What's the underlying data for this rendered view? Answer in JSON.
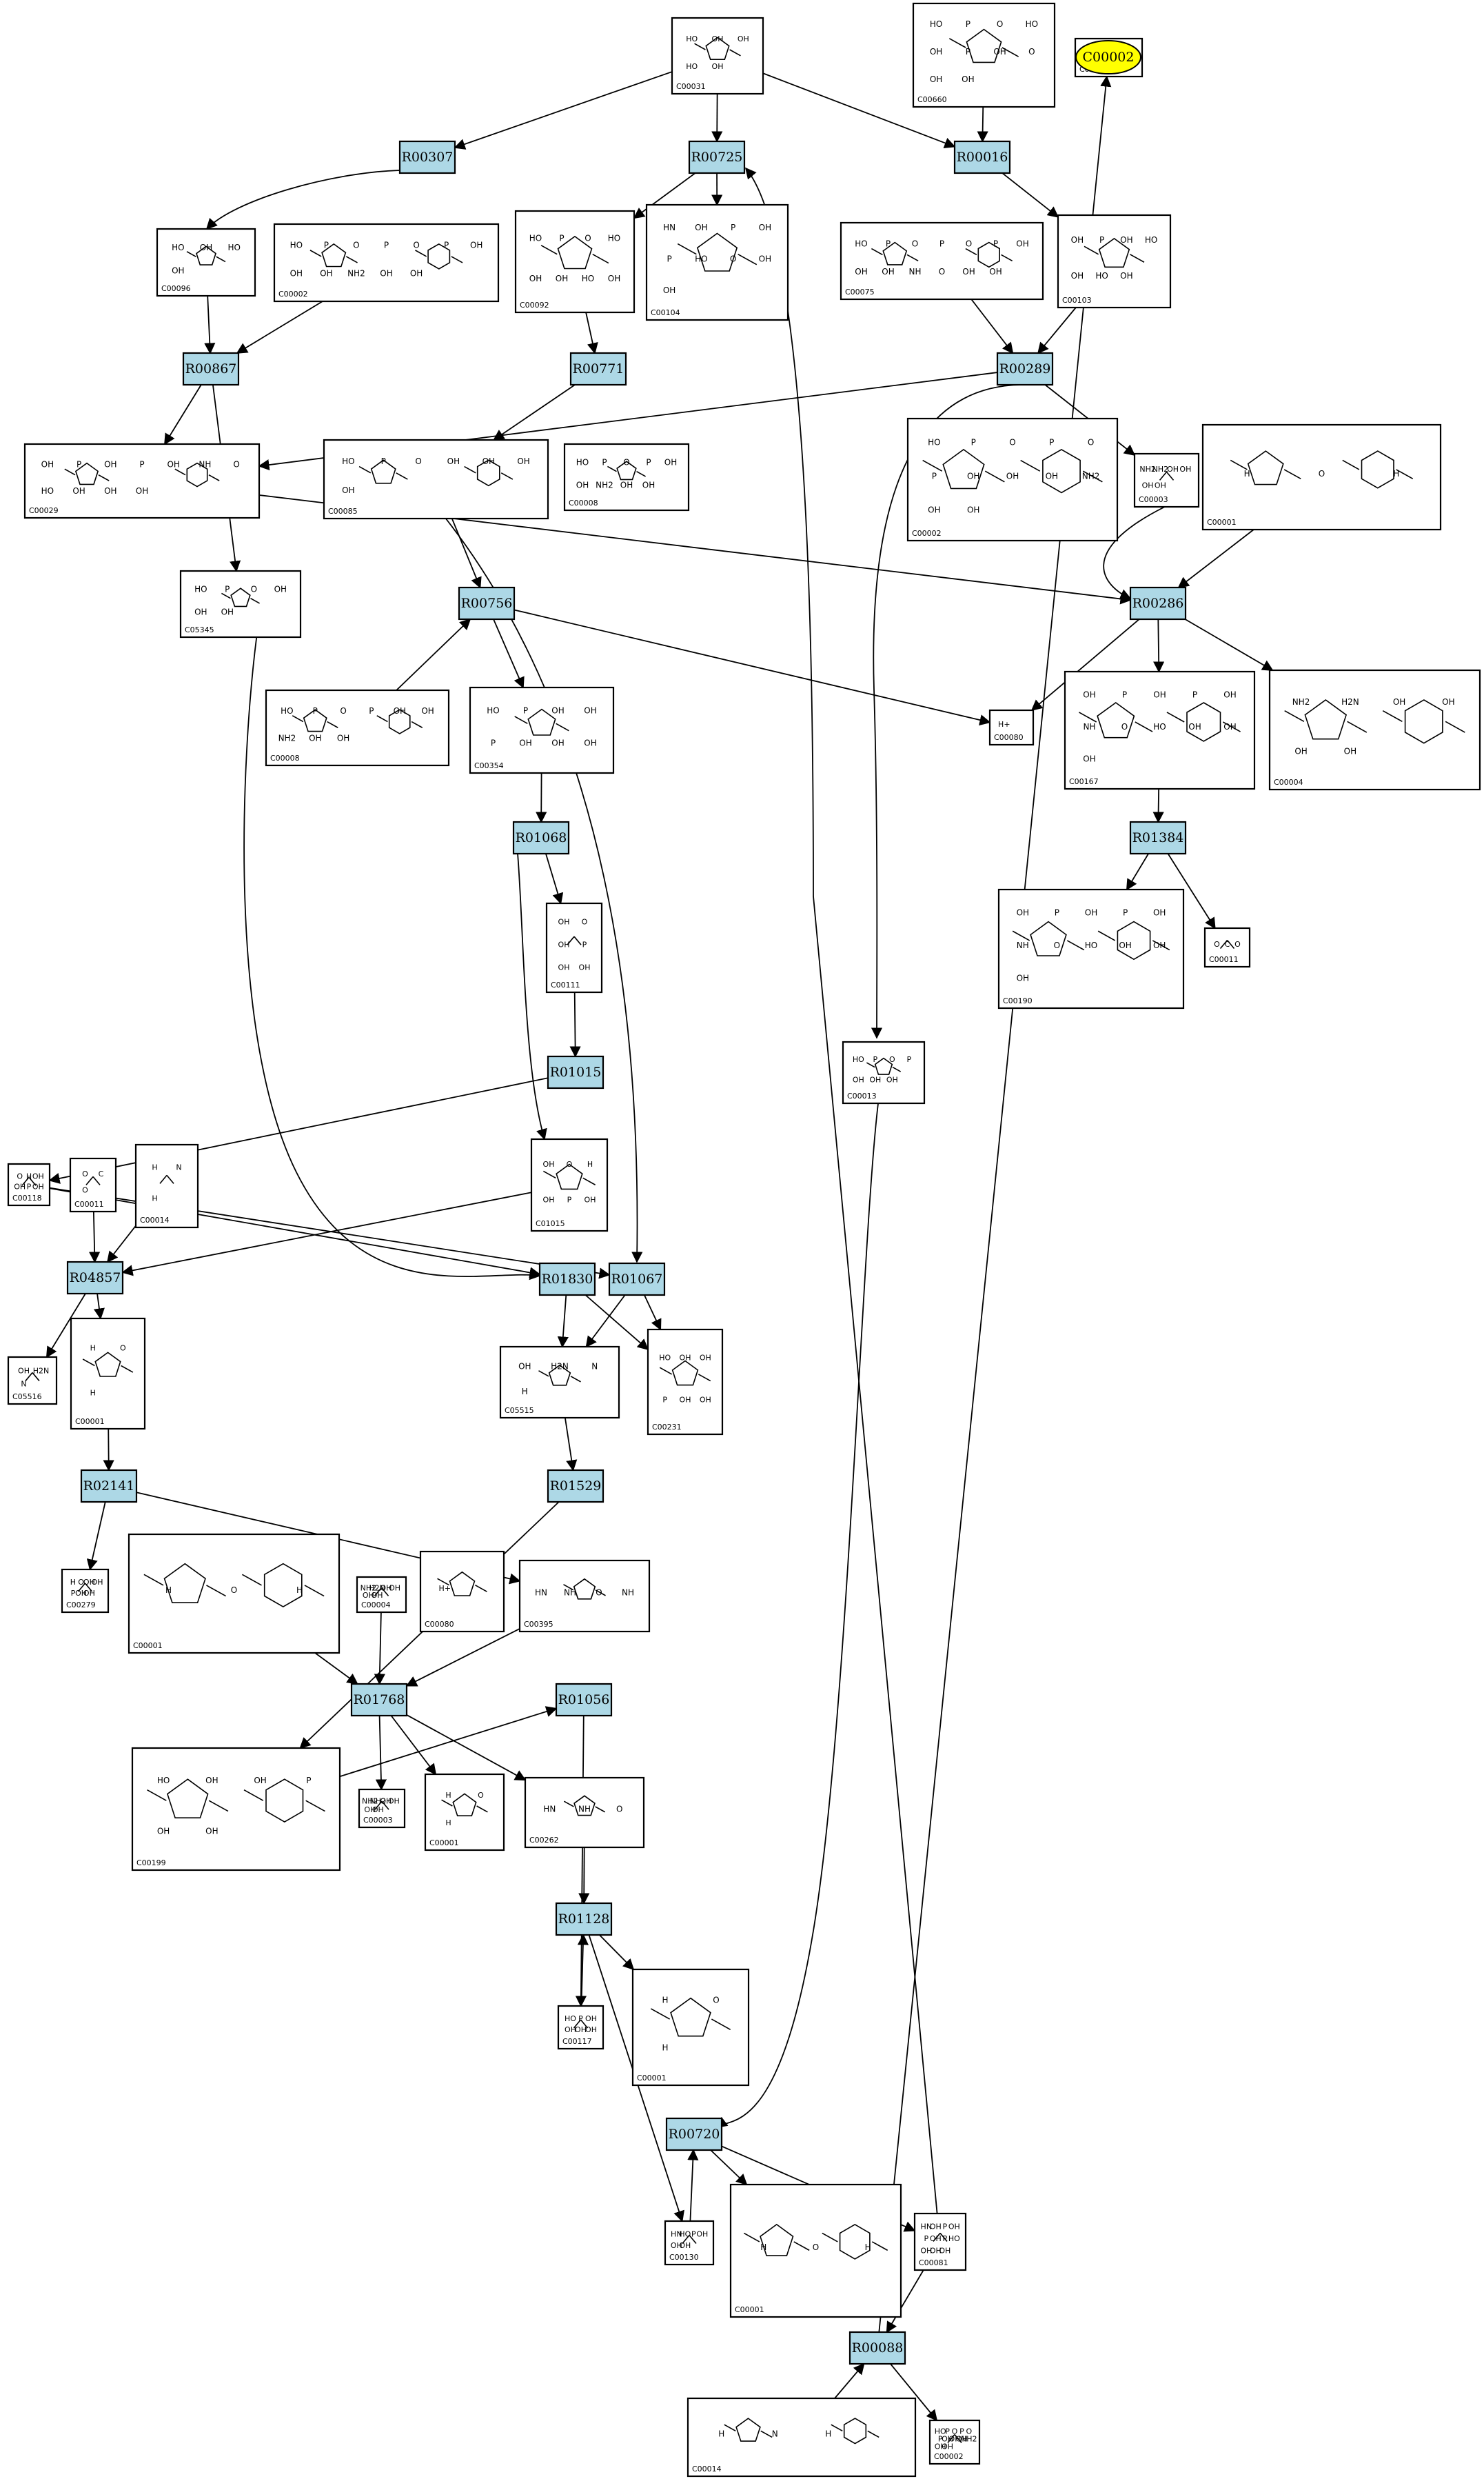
{
  "diagram": {
    "highlight": {
      "label": "C00002",
      "color": "#ffff00"
    },
    "reaction_color": "#add8e6",
    "reactions": [
      "R00307",
      "R00725",
      "R00016",
      "R00867",
      "R00771",
      "R00289",
      "R00756",
      "R00286",
      "R01068",
      "R01384",
      "R01015",
      "R04857",
      "R01830",
      "R01067",
      "R02141",
      "R01529",
      "R01768",
      "R01056",
      "R01128",
      "R00720",
      "R00088"
    ],
    "compounds": [
      {
        "label": "C00031",
        "atoms": [
          "HO",
          "OH",
          "OH",
          "HO",
          "OH"
        ]
      },
      {
        "label": "C00660",
        "atoms": [
          "HO",
          "P",
          "O",
          "HO",
          "OH",
          "P",
          "OH",
          "O",
          "OH",
          "OH"
        ]
      },
      {
        "label": "C00096",
        "atoms": [
          "HO",
          "OH",
          "HO",
          "OH"
        ]
      },
      {
        "label": "C00002",
        "atoms": [
          "HO",
          "P",
          "O",
          "P",
          "O",
          "P",
          "OH",
          "OH",
          "OH",
          "NH2",
          "OH",
          "OH"
        ]
      },
      {
        "label": "C00092",
        "atoms": [
          "HO",
          "P",
          "O",
          "HO",
          "OH",
          "OH",
          "HO",
          "OH"
        ]
      },
      {
        "label": "C00104",
        "atoms": [
          "HN",
          "OH",
          "P",
          "OH",
          "P",
          "HO",
          "O",
          "OH",
          "OH"
        ]
      },
      {
        "label": "C00075",
        "atoms": [
          "HO",
          "P",
          "O",
          "P",
          "O",
          "P",
          "OH",
          "OH",
          "OH",
          "NH",
          "O",
          "OH",
          "OH"
        ]
      },
      {
        "label": "C00103",
        "atoms": [
          "OH",
          "P",
          "OH",
          "HO",
          "OH",
          "HO",
          "OH"
        ]
      },
      {
        "label": "C00008",
        "atoms": [
          "HO",
          "P",
          "O",
          "P",
          "OH",
          "OH",
          "NH2",
          "OH",
          "OH"
        ]
      },
      {
        "label": "C00085",
        "atoms": [
          "HO",
          "P",
          "O",
          "OH",
          "OH",
          "OH",
          "OH"
        ]
      },
      {
        "label": "C00002",
        "atoms": [
          "HO",
          "P",
          "O",
          "P",
          "O",
          "P",
          "OH",
          "OH",
          "OH",
          "NH2",
          "OH",
          "OH"
        ]
      },
      {
        "label": "C00003",
        "atoms": [
          "NH2",
          "NH2",
          "OH",
          "OH",
          "OH",
          "OH"
        ]
      },
      {
        "label": "C00001",
        "atoms": [
          "H",
          "O",
          "H"
        ]
      },
      {
        "label": "C00029",
        "atoms": [
          "OH",
          "P",
          "OH",
          "P",
          "OH",
          "NH",
          "O",
          "HO",
          "OH",
          "OH",
          "OH"
        ]
      },
      {
        "label": "C05345",
        "atoms": [
          "HO",
          "P",
          "O",
          "OH",
          "OH",
          "OH"
        ]
      },
      {
        "label": "C00008",
        "atoms": [
          "HO",
          "P",
          "O",
          "P",
          "OH",
          "OH",
          "NH2",
          "OH",
          "OH"
        ]
      },
      {
        "label": "C00354",
        "atoms": [
          "HO",
          "P",
          "OH",
          "OH",
          "P",
          "OH",
          "OH",
          "OH"
        ]
      },
      {
        "label": "C00080",
        "atoms": [
          "H+"
        ]
      },
      {
        "label": "C00167",
        "atoms": [
          "OH",
          "P",
          "OH",
          "P",
          "OH",
          "NH",
          "O",
          "HO",
          "OH",
          "OH",
          "OH"
        ]
      },
      {
        "label": "C00004",
        "atoms": [
          "NH2",
          "H2N",
          "OH",
          "OH",
          "OH",
          "OH"
        ]
      },
      {
        "label": "C00111",
        "atoms": [
          "OH",
          "O",
          "OH",
          "P",
          "OH",
          "OH"
        ]
      },
      {
        "label": "C00190",
        "atoms": [
          "OH",
          "P",
          "OH",
          "P",
          "OH",
          "NH",
          "O",
          "HO",
          "OH",
          "OH",
          "OH"
        ]
      },
      {
        "label": "C00011",
        "atoms": [
          "O",
          "C",
          "O"
        ]
      },
      {
        "label": "C00013",
        "atoms": [
          "HO",
          "P",
          "O",
          "P",
          "OH",
          "OH",
          "OH"
        ]
      },
      {
        "label": "C01015",
        "atoms": [
          "OH",
          "O",
          "H",
          "OH",
          "P",
          "OH"
        ]
      },
      {
        "label": "C00118",
        "atoms": [
          "O",
          "H",
          "OH",
          "OH",
          "P",
          "OH"
        ]
      },
      {
        "label": "C00011",
        "atoms": [
          "O",
          "C",
          "O"
        ]
      },
      {
        "label": "C00014",
        "atoms": [
          "H",
          "N",
          "H"
        ]
      },
      {
        "label": "C05516",
        "atoms": [
          "OH",
          "H2N",
          "N"
        ]
      },
      {
        "label": "C00001",
        "atoms": [
          "H",
          "O",
          "H"
        ]
      },
      {
        "label": "C05515",
        "atoms": [
          "OH",
          "H2N",
          "N",
          "H"
        ]
      },
      {
        "label": "C00231",
        "atoms": [
          "HO",
          "OH",
          "OH",
          "P",
          "OH",
          "OH"
        ]
      },
      {
        "label": "C00279",
        "atoms": [
          "H",
          "O",
          "OH",
          "OH",
          "P",
          "OH",
          "OH"
        ]
      },
      {
        "label": "C00001",
        "atoms": [
          "H",
          "O",
          "H"
        ]
      },
      {
        "label": "C00004",
        "atoms": [
          "NH2",
          "H2N",
          "OH",
          "OH",
          "OH",
          "OH"
        ]
      },
      {
        "label": "C00080",
        "atoms": [
          "H+"
        ]
      },
      {
        "label": "C00395",
        "atoms": [
          "HN",
          "NH",
          "O",
          "NH"
        ]
      },
      {
        "label": "C00199",
        "atoms": [
          "HO",
          "OH",
          "OH",
          "P",
          "OH",
          "OH"
        ]
      },
      {
        "label": "C00003",
        "atoms": [
          "NH2",
          "NH2",
          "OH",
          "OH",
          "OH",
          "OH"
        ]
      },
      {
        "label": "C00001",
        "atoms": [
          "H",
          "O",
          "H"
        ]
      },
      {
        "label": "C00262",
        "atoms": [
          "HN",
          "NH",
          "O"
        ]
      },
      {
        "label": "C00117",
        "atoms": [
          "HO",
          "P",
          "OH",
          "OH",
          "OH",
          "OH"
        ]
      },
      {
        "label": "C00001",
        "atoms": [
          "H",
          "O",
          "H"
        ]
      },
      {
        "label": "C00130",
        "atoms": [
          "HN",
          "HO",
          "P",
          "OH",
          "OH",
          "OH"
        ]
      },
      {
        "label": "C00001",
        "atoms": [
          "H",
          "O",
          "H"
        ]
      },
      {
        "label": "C00081",
        "atoms": [
          "HN",
          "OH",
          "P",
          "OH",
          "P",
          "OH",
          "P",
          "HO",
          "OH",
          "OH",
          "OH"
        ]
      },
      {
        "label": "C00014",
        "atoms": [
          "H",
          "N",
          "H"
        ]
      },
      {
        "label": "C00002",
        "atoms": [
          "HO",
          "P",
          "O",
          "P",
          "O",
          "P",
          "OH",
          "OH",
          "OH",
          "NH2",
          "OH",
          "OH"
        ]
      },
      {
        "label": "C00001",
        "atoms": [
          "H",
          "O",
          "H"
        ]
      }
    ]
  }
}
